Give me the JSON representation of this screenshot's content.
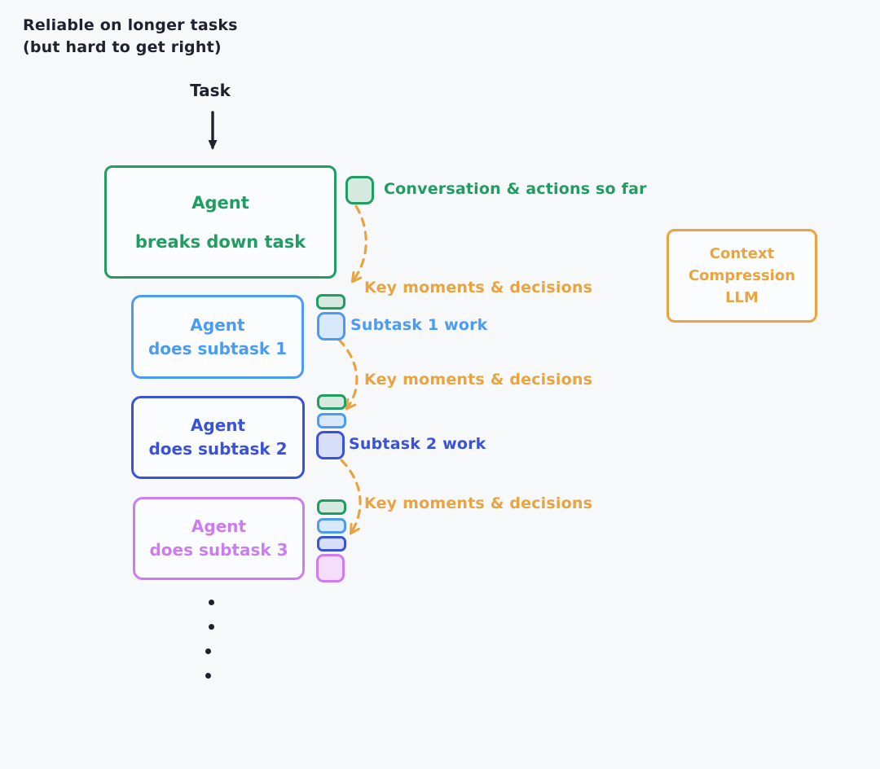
{
  "palette": {
    "background": "#f7f8fa",
    "ink": "#1d222e",
    "green": "#1f9d63",
    "green_fill": "#d6e9df",
    "blue": "#4b9bf5",
    "blue_fill": "#d9e9fc",
    "indigo": "#3a52d8",
    "indigo_fill": "#d8ddf8",
    "purple": "#cd7bf1",
    "purple_fill": "#f4defa",
    "orange": "#e8a440"
  },
  "header": {
    "title_line1": "Reliable on longer tasks",
    "title_line2": "(but hard to get right)"
  },
  "flow": {
    "task_label": "Task",
    "agent_box": {
      "line1": "Agent",
      "line2": "breaks down task"
    },
    "conversation_label": "Conversation & actions so far",
    "key_moments": [
      "Key moments & decisions",
      "Key moments & decisions",
      "Key moments & decisions"
    ],
    "subtasks": [
      {
        "line1": "Agent",
        "line2": "does subtask 1",
        "work_label": "Subtask 1 work"
      },
      {
        "line1": "Agent",
        "line2": "does subtask 2",
        "work_label": "Subtask 2 work"
      },
      {
        "line1": "Agent",
        "line2": "does subtask 3"
      }
    ],
    "context_box": {
      "line1": "Context",
      "line2": "Compression",
      "line3": "LLM"
    },
    "ellipsis_dot_count": 4
  }
}
